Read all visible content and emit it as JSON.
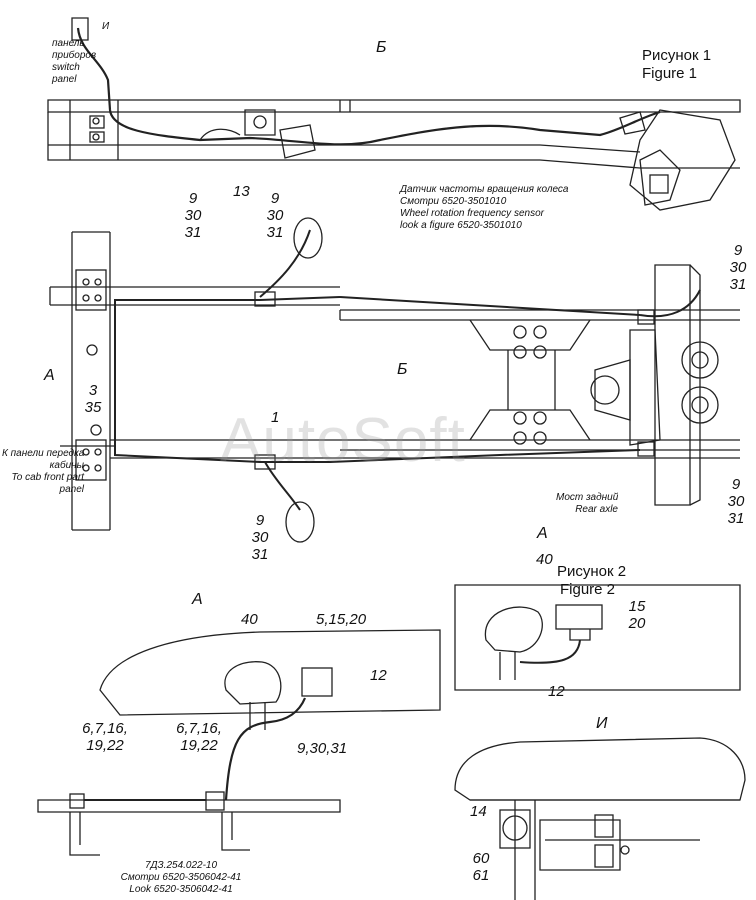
{
  "watermark": "AutoSoft",
  "figures": {
    "fig1_ru": "Рисунок 1",
    "fig1_en": "Figure 1",
    "fig2_ru": "Рисунок 2",
    "fig2_en": "Figure 2"
  },
  "views": {
    "b_top": "Б",
    "b_mid": "Б",
    "a_arrow": "А",
    "a_left": "А",
    "a_right": "А",
    "i_view": "И",
    "i_top": "И"
  },
  "notes": {
    "panel": [
      "панель",
      "приборов",
      "switch",
      "panel"
    ],
    "sensor": [
      "Датчик частоты вращения колеса",
      "Смотри 6520-3501010",
      "Wheel rotation frequency sensor",
      "look a figure 6520-3501010"
    ],
    "cab": [
      "К панели передка",
      "кабины",
      "To cab front part",
      "panel"
    ],
    "rear_axle": [
      "Мост задний",
      "Rear axle"
    ],
    "bottom_ref": [
      "7ДЗ.254.022-10",
      "Смотри 6520-3506042-41",
      "Look 6520-3506042-41"
    ]
  },
  "callouts": {
    "c13": "13",
    "top_mid": [
      "9",
      "30",
      "31"
    ],
    "top_right": [
      "9",
      "30",
      "31"
    ],
    "right_top": [
      "9",
      "30",
      "31"
    ],
    "right_bottom": [
      "9",
      "30",
      "31"
    ],
    "bottom_mid": [
      "9",
      "30",
      "31"
    ],
    "left_3_35": [
      "3",
      "35"
    ],
    "c1": "1",
    "c40_a": "40",
    "c5_15_20": "5,15,20",
    "c12_a": "12",
    "c6_left": [
      "6,7,16,",
      "19,22"
    ],
    "c6_right": [
      "6,7,16,",
      "19,22"
    ],
    "c9_30_31": "9,30,31",
    "c40_b": "40",
    "c15_20": [
      "15",
      "20"
    ],
    "c12_b": "12",
    "c14": "14",
    "c60_61": [
      "60",
      "61"
    ]
  }
}
